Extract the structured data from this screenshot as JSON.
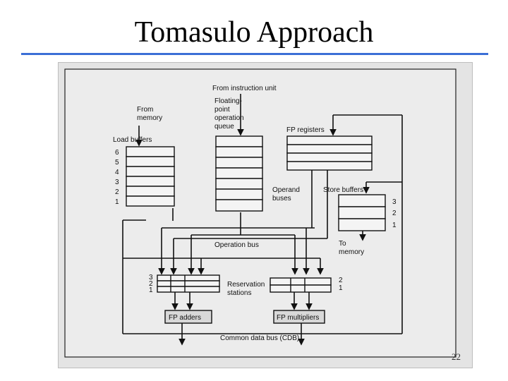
{
  "slide": {
    "title": "Tomasulo Approach",
    "page_number": "22"
  },
  "diagram": {
    "from_instruction_unit": "From instruction unit",
    "fp_queue": [
      "Floating-",
      "point",
      "operation",
      "queue"
    ],
    "from_memory": [
      "From",
      "memory"
    ],
    "load_buffers": "Load buffers",
    "load_buffer_numbers": [
      "6",
      "5",
      "4",
      "3",
      "2",
      "1"
    ],
    "fp_registers": "FP registers",
    "operand_buses": [
      "Operand",
      "buses"
    ],
    "store_buffers": "Store buffers",
    "store_buffer_numbers": [
      "3",
      "2",
      "1"
    ],
    "to_memory": [
      "To",
      "memory"
    ],
    "operation_bus": "Operation bus",
    "reservation_stations": [
      "Reservation",
      "stations"
    ],
    "rs_left_numbers": [
      "3",
      "2",
      "1"
    ],
    "rs_right_numbers": [
      "2",
      "1"
    ],
    "fp_adders": "FP adders",
    "fp_multipliers": "FP multipliers",
    "common_data_bus": "Common data bus (CDB)"
  }
}
